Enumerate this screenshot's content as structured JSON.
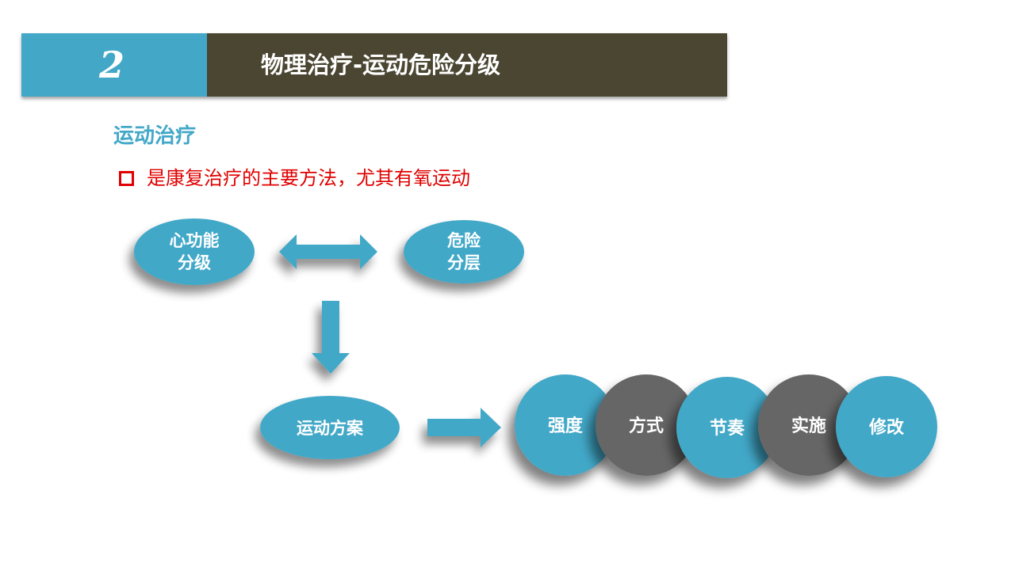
{
  "header": {
    "number": "2",
    "title": "物理治疗-运动危险分级"
  },
  "section": {
    "title": "运动治疗"
  },
  "bullet": {
    "text": "是康复治疗的主要方法，尤其有氧运动"
  },
  "diagram": {
    "node_cardiac_line1": "心功能",
    "node_cardiac_line2": "分级",
    "node_risk_line1": "危险",
    "node_risk_line2": "分层",
    "node_plan": "运动方案",
    "circles": [
      "强度",
      "方式",
      "节奏",
      "实施",
      "修改"
    ]
  },
  "colors": {
    "accent_blue": "#43a8c8",
    "header_dark": "#4b4632",
    "circle_gray": "#666666",
    "bullet_red": "#e00000"
  }
}
